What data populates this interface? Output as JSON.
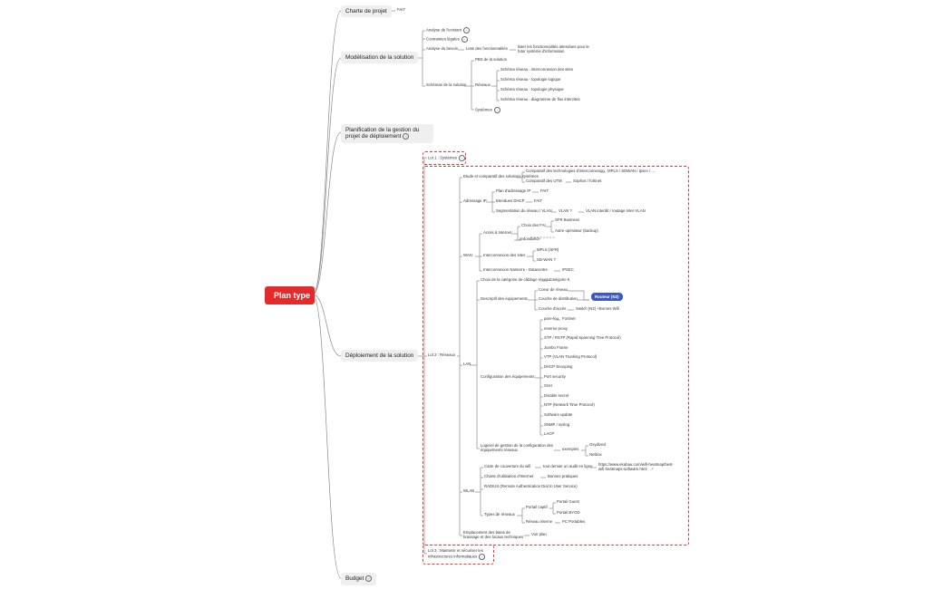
{
  "title": "Plan type",
  "branches": {
    "charte": "Charte de projet",
    "modelisation": "Modélisation de la solution",
    "planification": "Planification de la gestion du projet de déploiement",
    "deploiement": "Déploiement de la solution",
    "budget": "Budget"
  },
  "leaves": {
    "fait": "FAIT",
    "analyse_existant": "Analyse de l'existant",
    "contraintes": "Contraintes légales",
    "analyse_besoin": "Analyse du besoin",
    "liste_fonct": "Liste des fonctionnalités",
    "lister_fonct": "lister les fonctionnalités attendues pour le futur système d'information",
    "schemas": "Schémas de la solution",
    "pbs": "PBS de la solution",
    "reseaux": "Réseaux",
    "sch_interco": "Schéma réseau - interconnexion des sites",
    "sch_logique": "Schéma réseau - topologie logique",
    "sch_physique": "Schéma réseau - topologie physique",
    "sch_flux": "Schéma réseau - diagramme de flux interzites",
    "systemes": "Systèmes",
    "lot1": "Lot 1 : Systèmes",
    "lot2": "Lot 2 : Réseaux",
    "lot3": "Lot 3 : Maintenir et sécuriser les infrastructures informatiques",
    "etude_comp": "Etude et comparatif des solutions systèmes",
    "comp_techno": "Comparatif des technologies d'interconnexion",
    "mpls_sdwan": "MPLS / SDWAN / Ipsec / ...",
    "comp_utm": "Comparatif des UTM",
    "sophos": "Sophos / fortinet",
    "adressage": "Adressage IP",
    "plan_adressage": "Plan d'adressage IP",
    "fait_2": "FAIT",
    "etendues": "Etendues DHCP",
    "fait_3": "FAIT",
    "segmentation": "Segmentation du réseau / VLAN",
    "vlan_q": "VLAN ?",
    "vlan_routage": "VLAN interdit / routage inter-VLAN",
    "wan": "WAN",
    "acces_internet": "Accès à Internet",
    "choix_fai": "Choix des FAI",
    "sfr": "SFR Business",
    "autre_op": "Autre opérateur (backup)",
    "redondance": "redondance",
    "interco_sites": "Interconnexion des sites",
    "mpls": "MPLS (SFR)",
    "sdwan": "SD-WAN ?",
    "interco_datacentre": "Interconnexion Nanterre - Datacentre",
    "ipsec": "IPSEC",
    "lan": "LAN",
    "choix_cablage": "Choix de la catégorie de câblage réseau",
    "cat6": "Catégorie 6",
    "desc_equip": "Descriptif des équipements",
    "coeur": "Coeur de réseau",
    "distribution": "Couche de distribution",
    "routeur": "Routeur (N3)",
    "couche_acces": "Couche d'accès",
    "switch": "Switch (N2) +Bornes Wifi",
    "config_equip": "Configuration des équipements",
    "parefeu": "pare-feu",
    "fortinet": "Fortinet",
    "reverse": "reverse proxy",
    "stp": "STP / RSTP (Rapid Spanning Tree Protocol)",
    "jumbo": "Jumbo Frame",
    "vtp": "VTP (VLAN Trunking Protocol)",
    "dhcp_snoop": "DHCP Snooping",
    "port_sec": "Port security",
    "ssh": "SSH",
    "disable": "Disable secret",
    "ntp": "NTP (Network Time Protocol)",
    "software": "Software update",
    "snmp": "SNMP / syslog",
    "lacp": "LACP",
    "logiciel": "Logiciel de gestion de la configuration des équipements réseaux",
    "exemples": "exemples",
    "oxydized": "Oxydized",
    "netbox": "Netbox",
    "wlan": "WLAN",
    "carte_wifi": "Carte de couverture du wifi",
    "audit": "tout dernier un audit en ligne",
    "url": "https://www.ekahau.com/wifi-heatmap/best-wifi-heatmaps-software.html",
    "charte_internet": "Charte d'utilisation d'Internet",
    "bonnes": "Bonnes pratiques",
    "radius": "RADIUS (Remote Authentication Dial In User Service)",
    "types_reseaux": "Types de réseaux",
    "portail_captif": "Portail captif",
    "portail_guest": "Portail Guest",
    "portail_byod": "Portail BYOD",
    "reseau_interne": "Réseau interne",
    "pc_portables": "PC Portables",
    "emplacement": "Emplacement des baies de brassage et des locaux techniques",
    "voir_plan": "Voir plan"
  },
  "colors": {
    "root": "#e32b2b",
    "highlight": "#3b57c7",
    "lot_border": "#e53935",
    "line": "#8a8a8a"
  }
}
